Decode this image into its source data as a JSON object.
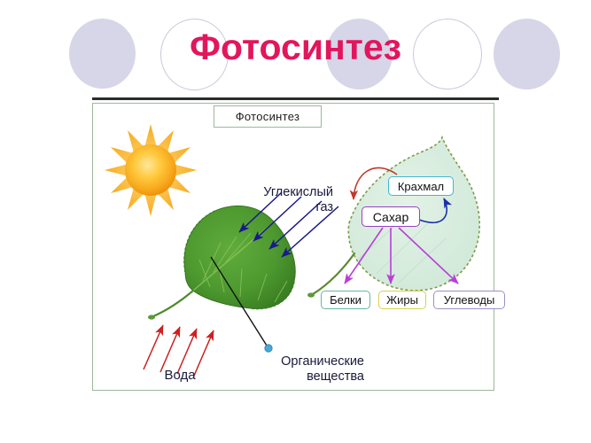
{
  "slide": {
    "background_color": "#ffffff",
    "title": "Фотосинтез",
    "title_color": "#e2165c",
    "decor_fill_color": "#d6d6e8",
    "decor_outline_color": "#c9c9dc",
    "rule_color": "#2b2b2b"
  },
  "diagram": {
    "panel_title": "Фотосинтез",
    "panel_border_color": "#9cb79c",
    "icons": {
      "sun": "sun-icon",
      "left_leaf": "green-leaf-icon",
      "right_leaf": "pale-leaf-icon"
    },
    "labels": {
      "carbon_dioxide": "Углекислый газ",
      "carbon_dioxide_line1": "Углекислый",
      "carbon_dioxide_line2": "газ",
      "water": "Вода",
      "organic_substances": "Органические вещества",
      "organic_line1": "Органические",
      "organic_line2": "вещества"
    },
    "chem_boxes": [
      {
        "name": "starch",
        "label": "Крахмал",
        "border_color": "#41b6d4"
      },
      {
        "name": "sugar",
        "label": "Сахар",
        "border_color": "#9a3fc4"
      },
      {
        "name": "protein",
        "label": "Белки",
        "border_color": "#66b89b"
      },
      {
        "name": "fat",
        "label": "Жиры",
        "border_color": "#d6d151"
      },
      {
        "name": "carb",
        "label": "Углеводы",
        "border_color": "#9f8fc4"
      }
    ],
    "arrows": {
      "co2_color": "#1a1a8c",
      "water_color": "#cc2020",
      "organic_pointer_color": "#121212",
      "starch_to_sugar_color": "#c0392b",
      "sugar_to_starch_color": "#1b30a8",
      "sugar_to_products_color": "#b83fd6"
    }
  }
}
